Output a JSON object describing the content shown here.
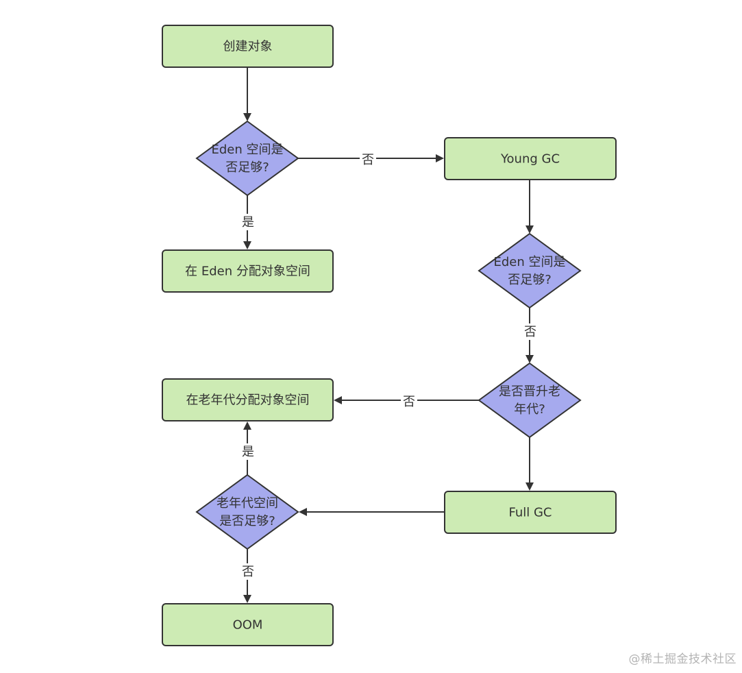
{
  "colors": {
    "process_fill": "#cdebb4",
    "decision_fill": "#a6aaee",
    "stroke": "#333333",
    "text": "#333333",
    "watermark": "#b4b4b4"
  },
  "diagram": {
    "nodes": [
      {
        "id": "create",
        "name": "node-create-object",
        "shape": "process",
        "lines": [
          "创建对象"
        ]
      },
      {
        "id": "eden1",
        "name": "node-eden-space-check",
        "shape": "decision",
        "lines": [
          "Eden 空间是",
          "否足够?"
        ]
      },
      {
        "id": "alloc_eden",
        "name": "node-allocate-in-eden",
        "shape": "process",
        "lines": [
          "在 Eden 分配对象空间"
        ]
      },
      {
        "id": "young_gc",
        "name": "node-young-gc",
        "shape": "process",
        "lines": [
          "Young GC"
        ]
      },
      {
        "id": "eden2",
        "name": "node-eden-space-recheck",
        "shape": "decision",
        "lines": [
          "Eden 空间是",
          "否足够?"
        ]
      },
      {
        "id": "promote",
        "name": "node-promote-old-gen-check",
        "shape": "decision",
        "lines": [
          "是否晋升老",
          "年代?"
        ]
      },
      {
        "id": "alloc_old",
        "name": "node-allocate-in-old-gen",
        "shape": "process",
        "lines": [
          "在老年代分配对象空间"
        ]
      },
      {
        "id": "full_gc",
        "name": "node-full-gc",
        "shape": "process",
        "lines": [
          "Full GC"
        ]
      },
      {
        "id": "old_check",
        "name": "node-old-gen-space-check",
        "shape": "decision",
        "lines": [
          "老年代空间",
          "是否足够?"
        ]
      },
      {
        "id": "oom",
        "name": "node-oom",
        "shape": "process",
        "lines": [
          "OOM"
        ]
      }
    ],
    "edges": [
      {
        "from": "create",
        "to": "eden1",
        "label": ""
      },
      {
        "from": "eden1",
        "to": "young_gc",
        "label": "否"
      },
      {
        "from": "eden1",
        "to": "alloc_eden",
        "label": "是"
      },
      {
        "from": "young_gc",
        "to": "eden2",
        "label": ""
      },
      {
        "from": "eden2",
        "to": "promote",
        "label": "否"
      },
      {
        "from": "promote",
        "to": "alloc_old",
        "label": "否"
      },
      {
        "from": "promote",
        "to": "full_gc",
        "label": ""
      },
      {
        "from": "full_gc",
        "to": "old_check",
        "label": ""
      },
      {
        "from": "old_check",
        "to": "alloc_old",
        "label": "是"
      },
      {
        "from": "old_check",
        "to": "oom",
        "label": "否"
      }
    ]
  },
  "watermark": "@稀土掘金技术社区"
}
